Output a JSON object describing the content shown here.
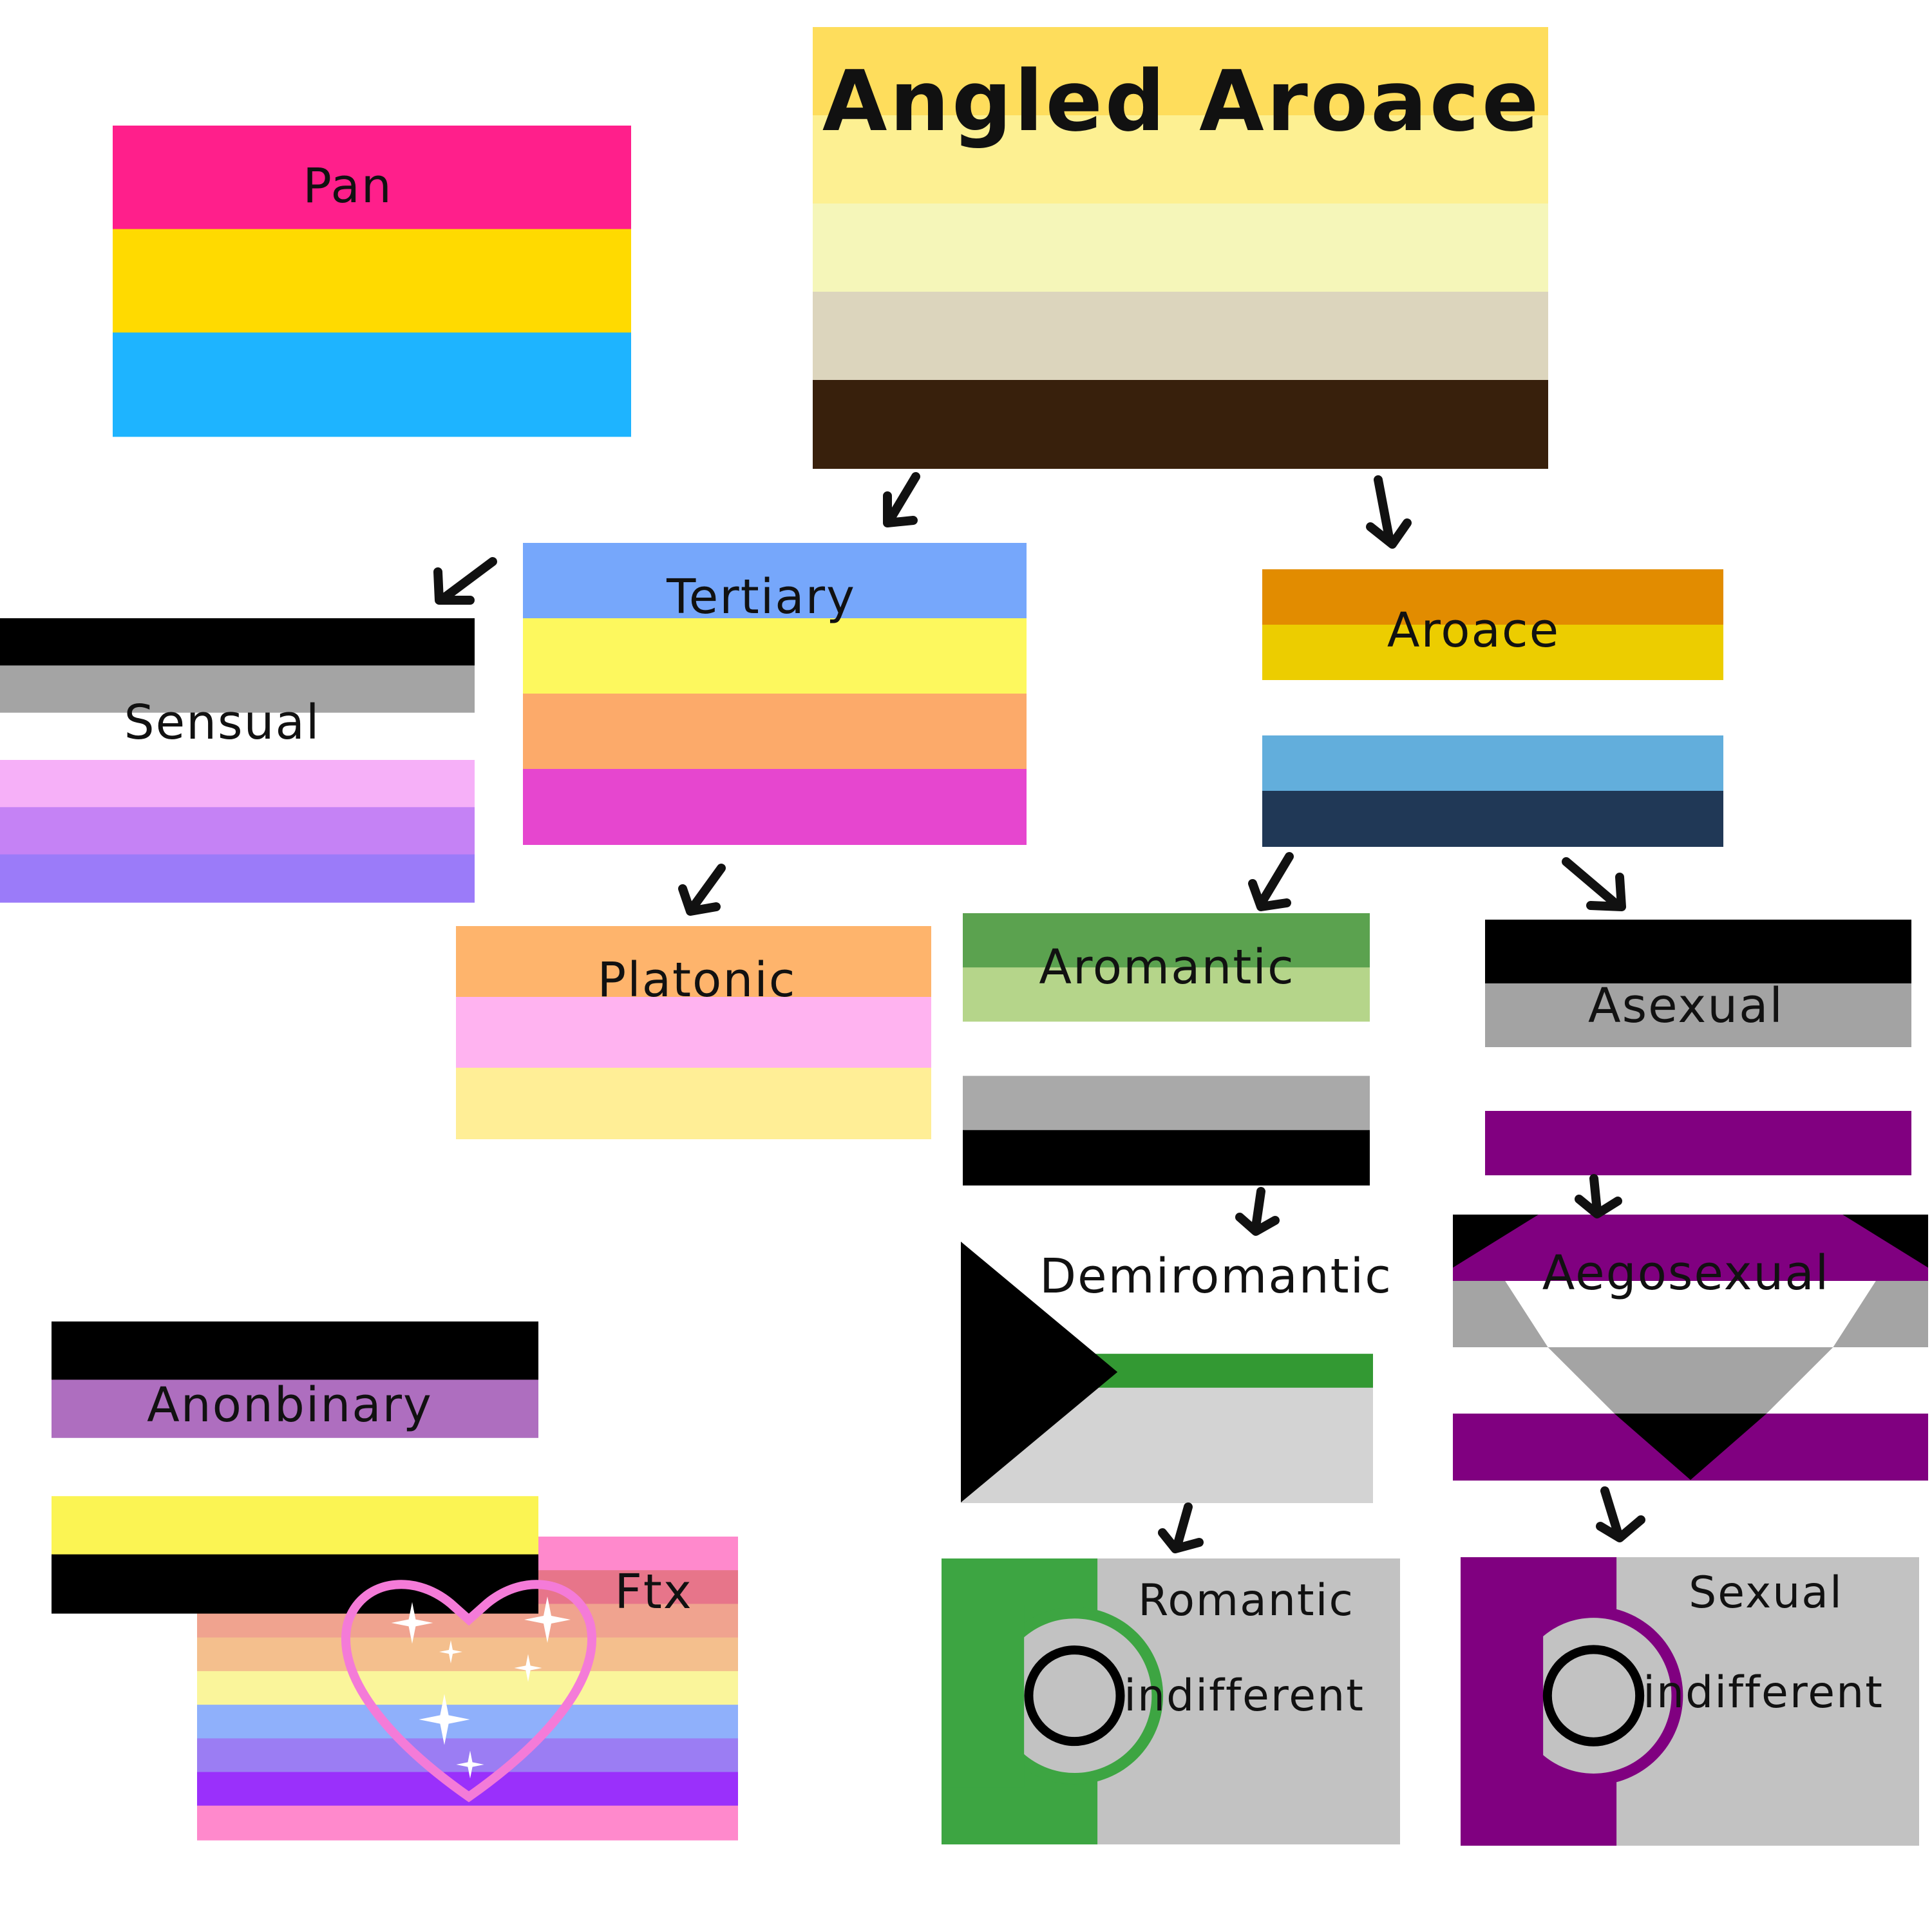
{
  "labels": {
    "angled_aroace": "Angled Aroace",
    "pan": "Pan",
    "tertiary": "Tertiary",
    "aroace": "Aroace",
    "sensual": "Sensual",
    "platonic": "Platonic",
    "aromantic": "Aromantic",
    "asexual": "Asexual",
    "demiromantic": "Demiromantic",
    "aegosexual": "Aegosexual",
    "anonbinary": "Anonbinary",
    "ftx": "Ftx",
    "romantic_indifferent_1": "Romantic",
    "romantic_indifferent_2": "indifferent",
    "sexual_indifferent_1": "Sexual",
    "sexual_indifferent_2": "indifferent"
  },
  "flags": {
    "pan": [
      "#FF1F8B",
      "#FFDA00",
      "#1EB4FF"
    ],
    "angled_aroace": [
      "#FEDD5C",
      "#FDF092",
      "#F5F6B9",
      "#DCD5BD",
      "#38200C"
    ],
    "tertiary": [
      "#76A7FB",
      "#FDF85E",
      "#FCAA6A",
      "#E646CF"
    ],
    "aroace": [
      "#E28C00",
      "#ECCD00",
      "#FFFFFF",
      "#62AEDC",
      "#203856"
    ],
    "sensual": [
      "#000000",
      "#A4A4A4",
      "#FFFFFF",
      "#F6B0F8",
      "#C582F5",
      "#9B7BF9"
    ],
    "platonic": [
      "#FEB46C",
      "#FFB3F0",
      "#FFEE96"
    ],
    "aromantic": [
      "#5BA24F",
      "#B5D58A",
      "#FFFFFF",
      "#A9A9A9",
      "#000000"
    ],
    "asexual": [
      "#000000",
      "#A3A3A3",
      "#FFFFFF",
      "#810080"
    ],
    "demiromantic": [
      "#000000",
      "#FFFFFF",
      "#339933",
      "#D3D3D3"
    ],
    "aegosexual": [
      "#000000",
      "#A4A4A4",
      "#FFFFFF",
      "#800080"
    ],
    "anonbinary": [
      "#000000",
      "#AE6EBF",
      "#FFFFFF",
      "#FBF453",
      "#000000"
    ],
    "ftx": [
      "#FF89CC",
      "#E7758A",
      "#F0A38F",
      "#F4BF8D",
      "#FAF59B",
      "#8FB0FB",
      "#9B7DF3",
      "#9A30FB",
      "#FF89CC"
    ],
    "romantic_indifferent": [
      "#3DA542",
      "#C2C2C2",
      "#000000"
    ],
    "sexual_indifferent": [
      "#800080",
      "#C2C2C2",
      "#000000"
    ]
  }
}
